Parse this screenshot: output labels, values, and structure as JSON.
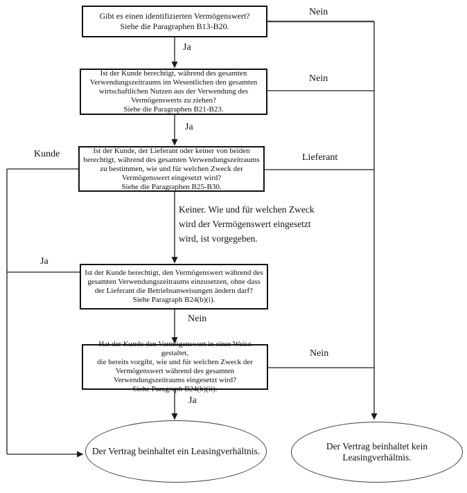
{
  "flowchart": {
    "boxes": [
      {
        "text": "Gibt es einen identifizierten Vermögenswert?\nSiehe die Paragraphen B13-B20."
      },
      {
        "text": "Ist der Kunde berechtigt, während des gesamten\nVerwendungszeitraums im Wesentlichen den gesamten\nwirtschaftlichen Nutzen aus der Verwendung des\nVermögenswerts zu ziehen?\nSiehe die Paragraphen B21-B23."
      },
      {
        "text": "Ist der Kunde, der Lieferant oder keiner von beiden\nberechtigt, während des gesamten Verwendungszeitraums\nzu bestimmen, wie und für welchen Zweck der\nVermögenswert eingesetzt wird?\nSiehe die Paragraphen B25-B30."
      },
      {
        "text": "Ist der Kunde berechtigt, den Vermögenswert während des\ngesamten Verwendungszeitraums einzusetzen, ohne dass\nder Lieferant die Betriebsanweisungen ändern darf?\nSiehe Paragraph B24(b)(i)."
      },
      {
        "text": "Hat der Kunde den Vermögenswert in einer Weise gestaltet,\ndie bereits vorgibt, wie und für welchen Zweck der\nVermögenswert während des gesamten\nVerwendungszeitraums eingesetzt wird?\nSiehe Paragraph B24(b)(ii)."
      }
    ],
    "labels": {
      "nein_top": "Nein",
      "ja_1": "Ja",
      "nein_2": "Nein",
      "ja_2": "Ja",
      "kunde": "Kunde",
      "lieferant": "Lieferant",
      "keiner_note": "Keiner. Wie und für welchen Zweck\nwird der Vermögenswert eingesetzt\nwird, ist vorgegeben.",
      "ja_3": "Ja",
      "nein_3": "Nein",
      "nein_4": "Nein",
      "ja_4": "Ja"
    },
    "results": {
      "lease": "Der Vertrag beinhaltet ein Leasingverhältnis.",
      "no_lease": "Der Vertrag beinhaltet kein Leasingverhältnis."
    },
    "colors": {
      "line": "#1a1a1a",
      "thick_line": "#4d4d4d",
      "background": "#ffffff",
      "text": "#111111"
    }
  }
}
